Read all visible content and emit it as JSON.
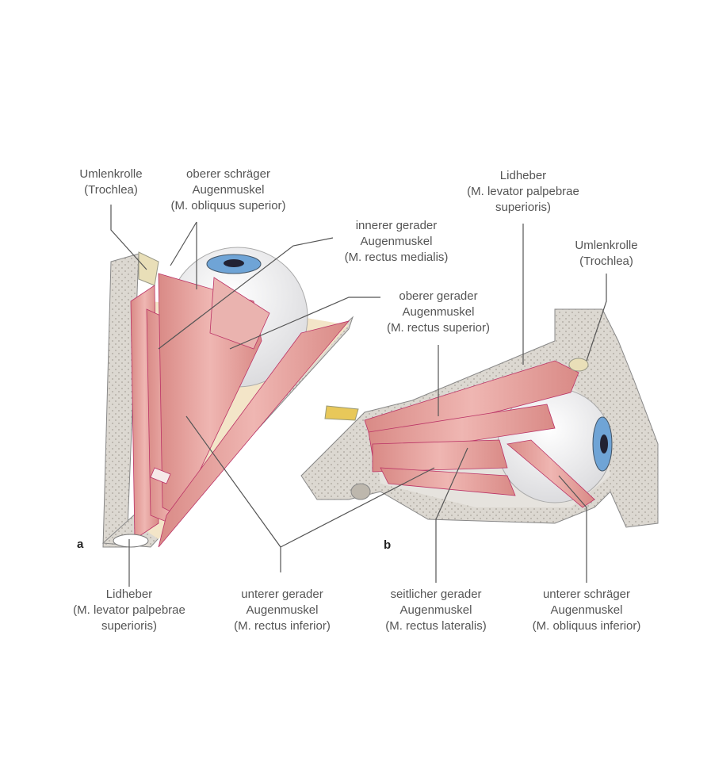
{
  "panels": {
    "a": "a",
    "b": "b"
  },
  "labels": {
    "a_trochlea": [
      "Umlenkrolle",
      "(Trochlea)"
    ],
    "a_obliquus_sup": [
      "oberer schräger",
      "Augenmuskel",
      "(M. obliquus superior)"
    ],
    "a_rectus_medialis": [
      "innerer gerader",
      "Augenmuskel",
      "(M. rectus medialis)"
    ],
    "a_rectus_sup": [
      "oberer gerader",
      "Augenmuskel",
      "(M. rectus superior)"
    ],
    "a_levator": [
      "Lidheber",
      "(M. levator palpebrae",
      "superioris)"
    ],
    "rectus_inf": [
      "unterer gerader",
      "Augenmuskel",
      "(M. rectus inferior)"
    ],
    "b_levator": [
      "Lidheber",
      "(M. levator palpebrae",
      "superioris)"
    ],
    "b_trochlea": [
      "Umlenkrolle",
      "(Trochlea)"
    ],
    "b_rectus_lat": [
      "seitlicher gerader",
      "Augenmuskel",
      "(M. rectus lateralis)"
    ],
    "b_obliquus_inf": [
      "unterer schräger",
      "Augenmuskel",
      "(M. obliquus inferior)"
    ]
  },
  "colors": {
    "muscle": "#e7a3a0",
    "muscle_dark": "#c86f6b",
    "bone": "#d6d2cb",
    "eye": "#eeeeef",
    "iris": "#6fa4d6",
    "fat": "#f3e5c8",
    "line": "#555555"
  }
}
